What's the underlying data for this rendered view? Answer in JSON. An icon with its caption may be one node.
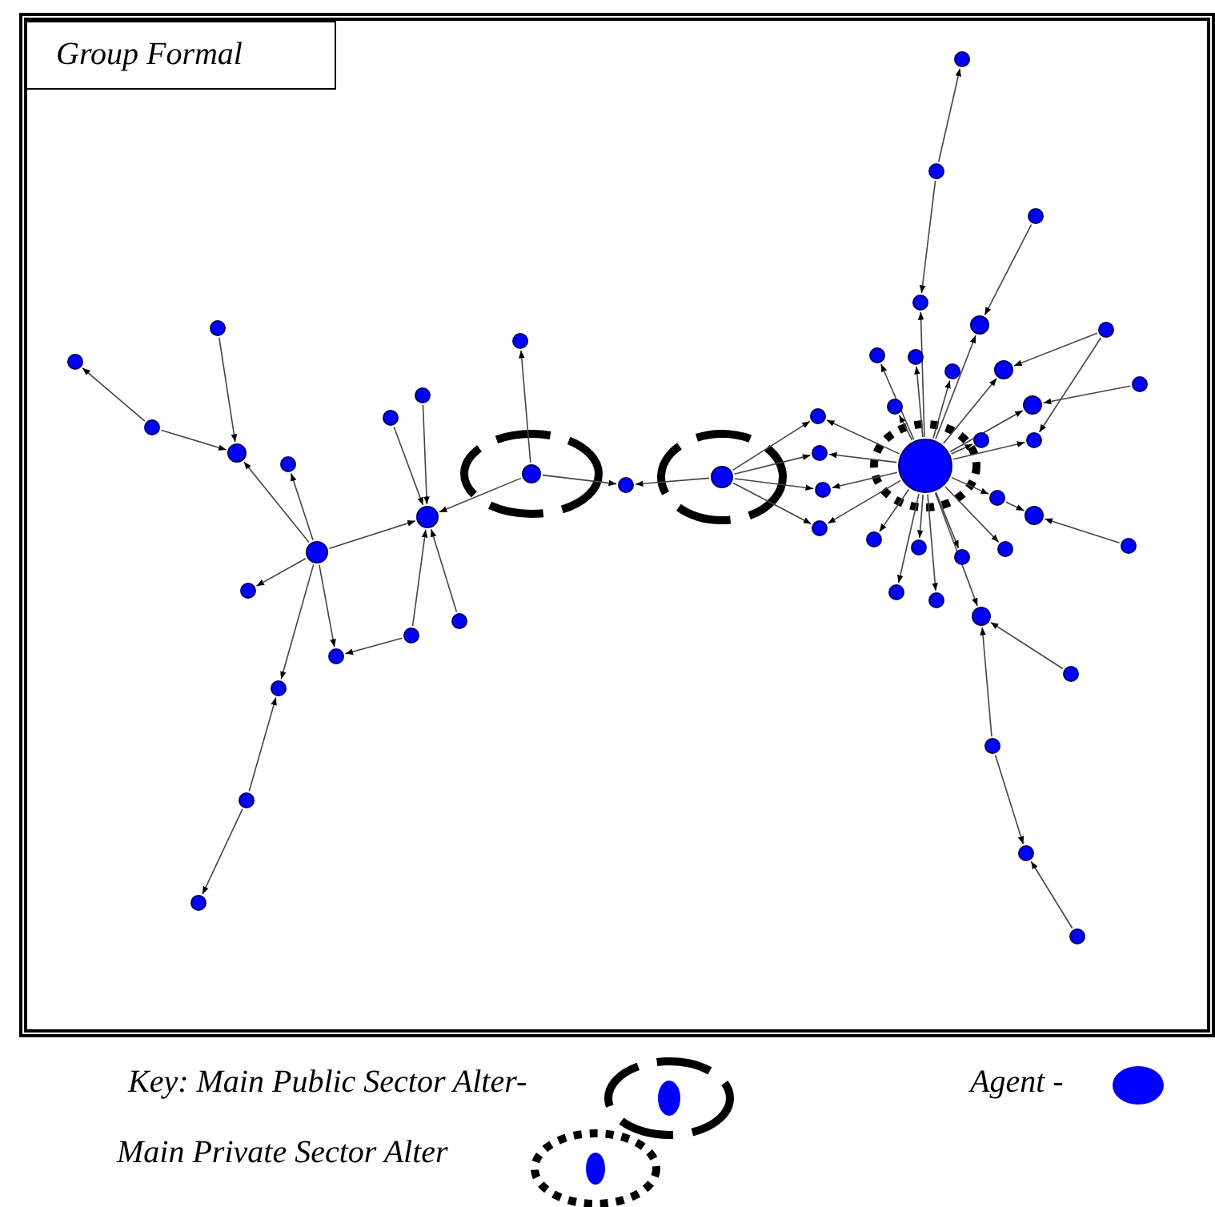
{
  "diagram": {
    "title": "Group Formal",
    "nodes": [
      {
        "text": [],
        "shape": "circle"
      },
      {
        "text": [],
        "shape": "circle"
      },
      {
        "text": [],
        "shape": "circle"
      },
      {
        "text": [],
        "shape": "circle"
      },
      {
        "text": [],
        "shape": "circle"
      },
      {
        "text": [],
        "shape": "circle"
      },
      {
        "text": [],
        "shape": "circle"
      },
      {
        "text": [],
        "shape": "circle"
      },
      {
        "text": [],
        "shape": "circle"
      },
      {
        "text": [],
        "shape": "circle"
      },
      {
        "text": [],
        "shape": "circle"
      },
      {
        "text": [],
        "shape": "circle"
      },
      {
        "text": [],
        "shape": "circle"
      },
      {
        "text": [],
        "shape": "circle"
      },
      {
        "text": [],
        "shape": "circle"
      },
      {
        "text": [],
        "shape": "circle"
      },
      {
        "text": [],
        "shape": "circle"
      },
      {
        "text": [],
        "shape": "circle"
      },
      {
        "text": [],
        "shape": "circle"
      },
      {
        "text": [],
        "shape": "circle"
      },
      {
        "text": [],
        "shape": "circle"
      },
      {
        "text": [],
        "shape": "circle"
      },
      {
        "text": [],
        "shape": "circle"
      },
      {
        "text": [],
        "shape": "circle"
      },
      {
        "text": [],
        "shape": "circle"
      },
      {
        "text": [],
        "shape": "circle"
      },
      {
        "text": [],
        "shape": "circle"
      },
      {
        "text": [],
        "shape": "circle"
      },
      {
        "text": [],
        "shape": "circle"
      },
      {
        "text": [],
        "shape": "circle"
      },
      {
        "text": [],
        "shape": "circle"
      },
      {
        "text": [],
        "shape": "circle"
      },
      {
        "text": [],
        "shape": "circle"
      },
      {
        "text": [],
        "shape": "circle"
      },
      {
        "text": [],
        "shape": "circle"
      },
      {
        "text": [],
        "shape": "circle"
      },
      {
        "text": [],
        "shape": "circle"
      },
      {
        "text": [],
        "shape": "circle"
      },
      {
        "text": [],
        "shape": "circle"
      },
      {
        "text": [],
        "shape": "circle"
      },
      {
        "text": [],
        "shape": "circle"
      },
      {
        "text": [],
        "shape": "circle"
      },
      {
        "text": [],
        "shape": "circle"
      },
      {
        "text": [],
        "shape": "circle"
      },
      {
        "text": [],
        "shape": "circle"
      },
      {
        "text": [],
        "shape": "circle"
      },
      {
        "text": [],
        "shape": "circle"
      },
      {
        "text": [],
        "shape": "circle"
      },
      {
        "text": [],
        "shape": "circle"
      },
      {
        "text": [],
        "shape": "circle"
      },
      {
        "text": [],
        "shape": "circle"
      },
      {
        "text": [],
        "shape": "circle"
      },
      {
        "text": [],
        "shape": "circle"
      },
      {
        "text": [],
        "shape": "circle"
      }
    ],
    "edges": [
      {
        "from": 1,
        "to": 0,
        "arrow": "to"
      },
      {
        "from": 1,
        "to": 3,
        "arrow": "to"
      },
      {
        "from": 2,
        "to": 3,
        "arrow": "to"
      },
      {
        "from": 5,
        "to": 3,
        "arrow": "to"
      },
      {
        "from": 5,
        "to": 4,
        "arrow": "to"
      },
      {
        "from": 5,
        "to": 6,
        "arrow": "to"
      },
      {
        "from": 5,
        "to": 7,
        "arrow": "to"
      },
      {
        "from": 5,
        "to": 8,
        "arrow": "to"
      },
      {
        "from": 9,
        "to": 8,
        "arrow": "to"
      },
      {
        "from": 9,
        "to": 10,
        "arrow": "to"
      },
      {
        "from": 5,
        "to": 13,
        "arrow": "to"
      },
      {
        "from": 11,
        "to": 13,
        "arrow": "to"
      },
      {
        "from": 12,
        "to": 13,
        "arrow": "to"
      },
      {
        "from": 14,
        "to": 13,
        "arrow": "to"
      },
      {
        "from": 15,
        "to": 13,
        "arrow": "to"
      },
      {
        "from": 14,
        "to": 7,
        "arrow": "to"
      },
      {
        "from": 17,
        "to": 13,
        "arrow": "to"
      },
      {
        "from": 17,
        "to": 16,
        "arrow": "to"
      },
      {
        "from": 17,
        "to": 18,
        "arrow": "to"
      },
      {
        "from": 19,
        "to": 18,
        "arrow": "to"
      },
      {
        "from": 19,
        "to": 20,
        "arrow": "to"
      },
      {
        "from": 19,
        "to": 21,
        "arrow": "to"
      },
      {
        "from": 19,
        "to": 22,
        "arrow": "to"
      },
      {
        "from": 19,
        "to": 23,
        "arrow": "to"
      },
      {
        "from": 24,
        "to": 20,
        "arrow": "to"
      },
      {
        "from": 24,
        "to": 21,
        "arrow": "to"
      },
      {
        "from": 24,
        "to": 22,
        "arrow": "to"
      },
      {
        "from": 24,
        "to": 23,
        "arrow": "to"
      },
      {
        "from": 26,
        "to": 25,
        "arrow": "to"
      },
      {
        "from": 26,
        "to": 27,
        "arrow": "to"
      },
      {
        "from": 24,
        "to": 27,
        "arrow": "to"
      },
      {
        "from": 28,
        "to": 29,
        "arrow": "to"
      },
      {
        "from": 24,
        "to": 29,
        "arrow": "to"
      },
      {
        "from": 30,
        "to": 32,
        "arrow": "to"
      },
      {
        "from": 30,
        "to": 34,
        "arrow": "to"
      },
      {
        "from": 31,
        "to": 33,
        "arrow": "to"
      },
      {
        "from": 24,
        "to": 32,
        "arrow": "to"
      },
      {
        "from": 24,
        "to": 33,
        "arrow": "to"
      },
      {
        "from": 24,
        "to": 34,
        "arrow": "to"
      },
      {
        "from": 24,
        "to": 35,
        "arrow": "to"
      },
      {
        "from": 24,
        "to": 36,
        "arrow": "to"
      },
      {
        "from": 24,
        "to": 37,
        "arrow": "to"
      },
      {
        "from": 24,
        "to": 38,
        "arrow": "to"
      },
      {
        "from": 24,
        "to": 39,
        "arrow": "to"
      },
      {
        "from": 24,
        "to": 40,
        "arrow": "to"
      },
      {
        "from": 40,
        "to": 41,
        "arrow": "to"
      },
      {
        "from": 42,
        "to": 41,
        "arrow": "to"
      },
      {
        "from": 24,
        "to": 43,
        "arrow": "to"
      },
      {
        "from": 24,
        "to": 44,
        "arrow": "to"
      },
      {
        "from": 24,
        "to": 45,
        "arrow": "to"
      },
      {
        "from": 24,
        "to": 46,
        "arrow": "to"
      },
      {
        "from": 24,
        "to": 47,
        "arrow": "to"
      },
      {
        "from": 24,
        "to": 48,
        "arrow": "to"
      },
      {
        "from": 24,
        "to": 49,
        "arrow": "to"
      },
      {
        "from": 50,
        "to": 49,
        "arrow": "to"
      },
      {
        "from": 51,
        "to": 49,
        "arrow": "to"
      },
      {
        "from": 51,
        "to": 52,
        "arrow": "to"
      },
      {
        "from": 53,
        "to": 52,
        "arrow": "to"
      }
    ],
    "legend": [
      {
        "text": "Key: Main Public Sector Alter-"
      },
      {
        "text": "Main Private Sector Alter"
      },
      {
        "text": "Agent -"
      }
    ]
  }
}
